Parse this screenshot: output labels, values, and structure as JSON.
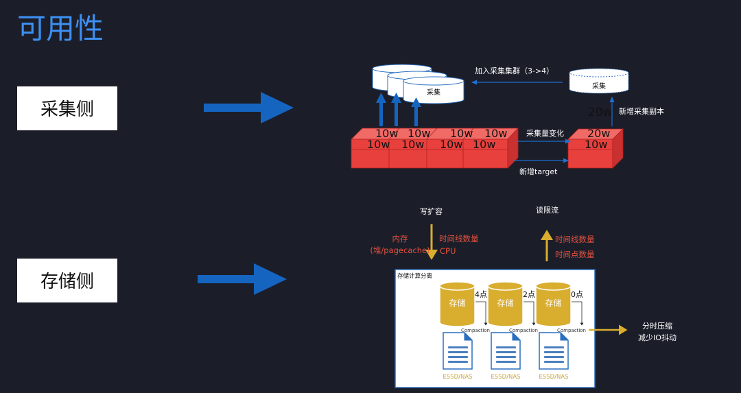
{
  "title": "可用性",
  "collect_side": {
    "label": "采集侧",
    "collector_label": "采集",
    "join_cluster": "加入采集集群（3->4）",
    "new_replica_value": "20w",
    "new_replica": "新增采集副本",
    "new_collector_label": "采集",
    "volume_change": "采集量变化",
    "new_target": "新增target",
    "back_row": [
      "10w",
      "10w",
      "10w",
      "10w"
    ],
    "front_row": [
      "10w",
      "10w",
      "10w",
      "10w"
    ],
    "right_back": "20w",
    "right_front": "10w"
  },
  "storage_side": {
    "label": "存储侧",
    "write_scale": "写扩容",
    "memory": "内存",
    "memory_detail": "(堆/pagecache)",
    "write_timelines": "时间线数量",
    "cpu": "CPU",
    "read_limit": "读限流",
    "read_timelines": "时间线数量",
    "read_points": "时间点数量",
    "box_title": "存储计算分离",
    "nodes": [
      {
        "label": "存储",
        "points": "4点",
        "compaction": "Compaction",
        "disk": "ESSD/NAS"
      },
      {
        "label": "存储",
        "points": "2点",
        "compaction": "Compaction",
        "disk": "ESSD/NAS"
      },
      {
        "label": "存储",
        "points": "0点",
        "compaction": "Compaction",
        "disk": "ESSD/NAS"
      }
    ],
    "result_1": "分时压缩",
    "result_2": "减少IO抖动"
  },
  "colors": {
    "background": "#1b1e29",
    "title": "#3d8ff2",
    "arrow_blue": "#1565c0",
    "brick_red": "#e8403c",
    "storage_gold": "#d9ad2e",
    "red_text": "#e5503e"
  }
}
